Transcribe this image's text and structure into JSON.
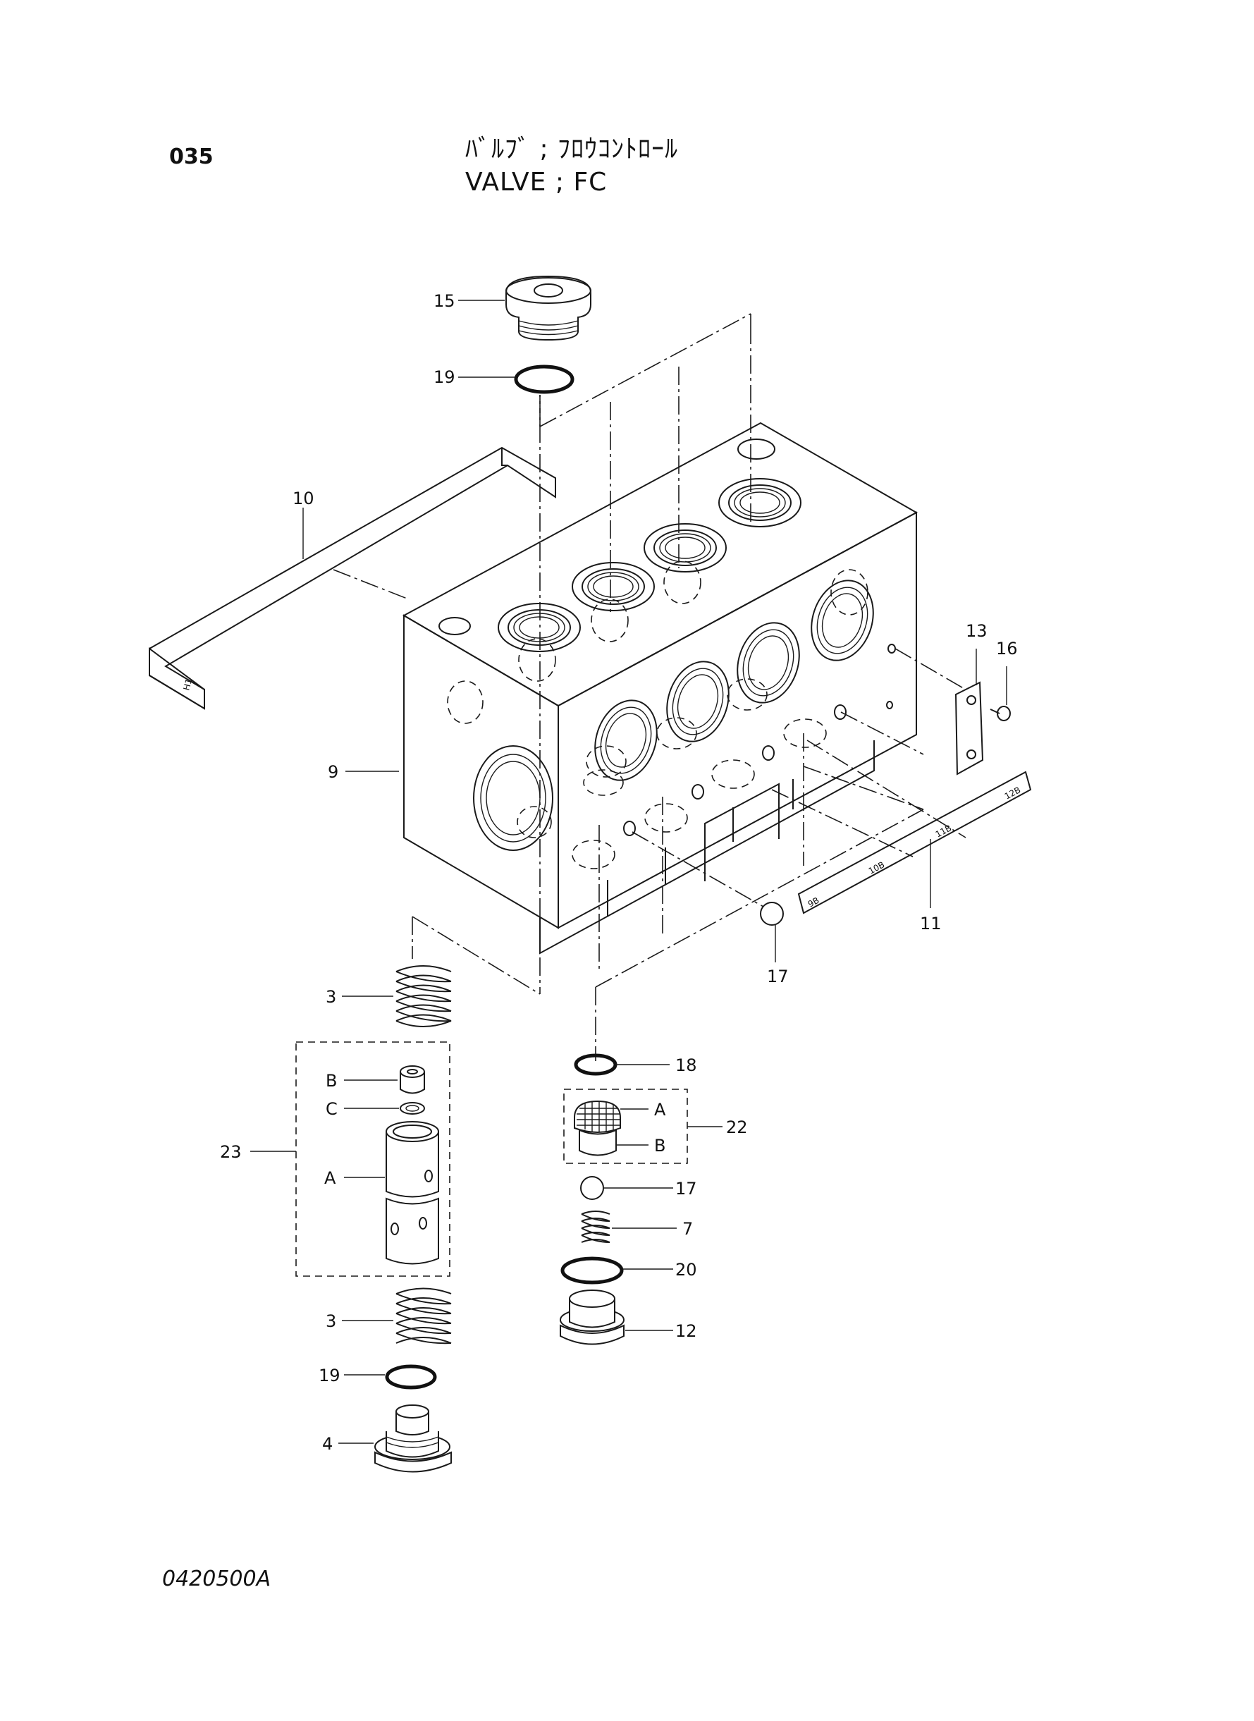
{
  "header": {
    "page_no": "035",
    "title_jp": "ﾊﾞﾙﾌﾞ ; ﾌﾛｳｺﾝﾄﾛｰﾙ",
    "title_en": "VALVE ; FC"
  },
  "footer": {
    "drawing_no": "0420500A"
  },
  "callouts": {
    "p15": "15",
    "p19a": "19",
    "p10": "10",
    "p9": "9",
    "p13": "13",
    "p16": "16",
    "p11": "11",
    "p17a": "17",
    "p3a": "3",
    "p23": "23",
    "p23B": "B",
    "p23C": "C",
    "p23A": "A",
    "p3b": "3",
    "p19b": "19",
    "p4": "4",
    "p18": "18",
    "p22": "22",
    "p22A": "A",
    "p22B": "B",
    "p17b": "17",
    "p7": "7",
    "p20": "20",
    "p12": "12"
  },
  "band_labels": {
    "h1": "H1",
    "b9": "9B",
    "b10": "10B",
    "b11": "11B",
    "b12": "12B"
  }
}
